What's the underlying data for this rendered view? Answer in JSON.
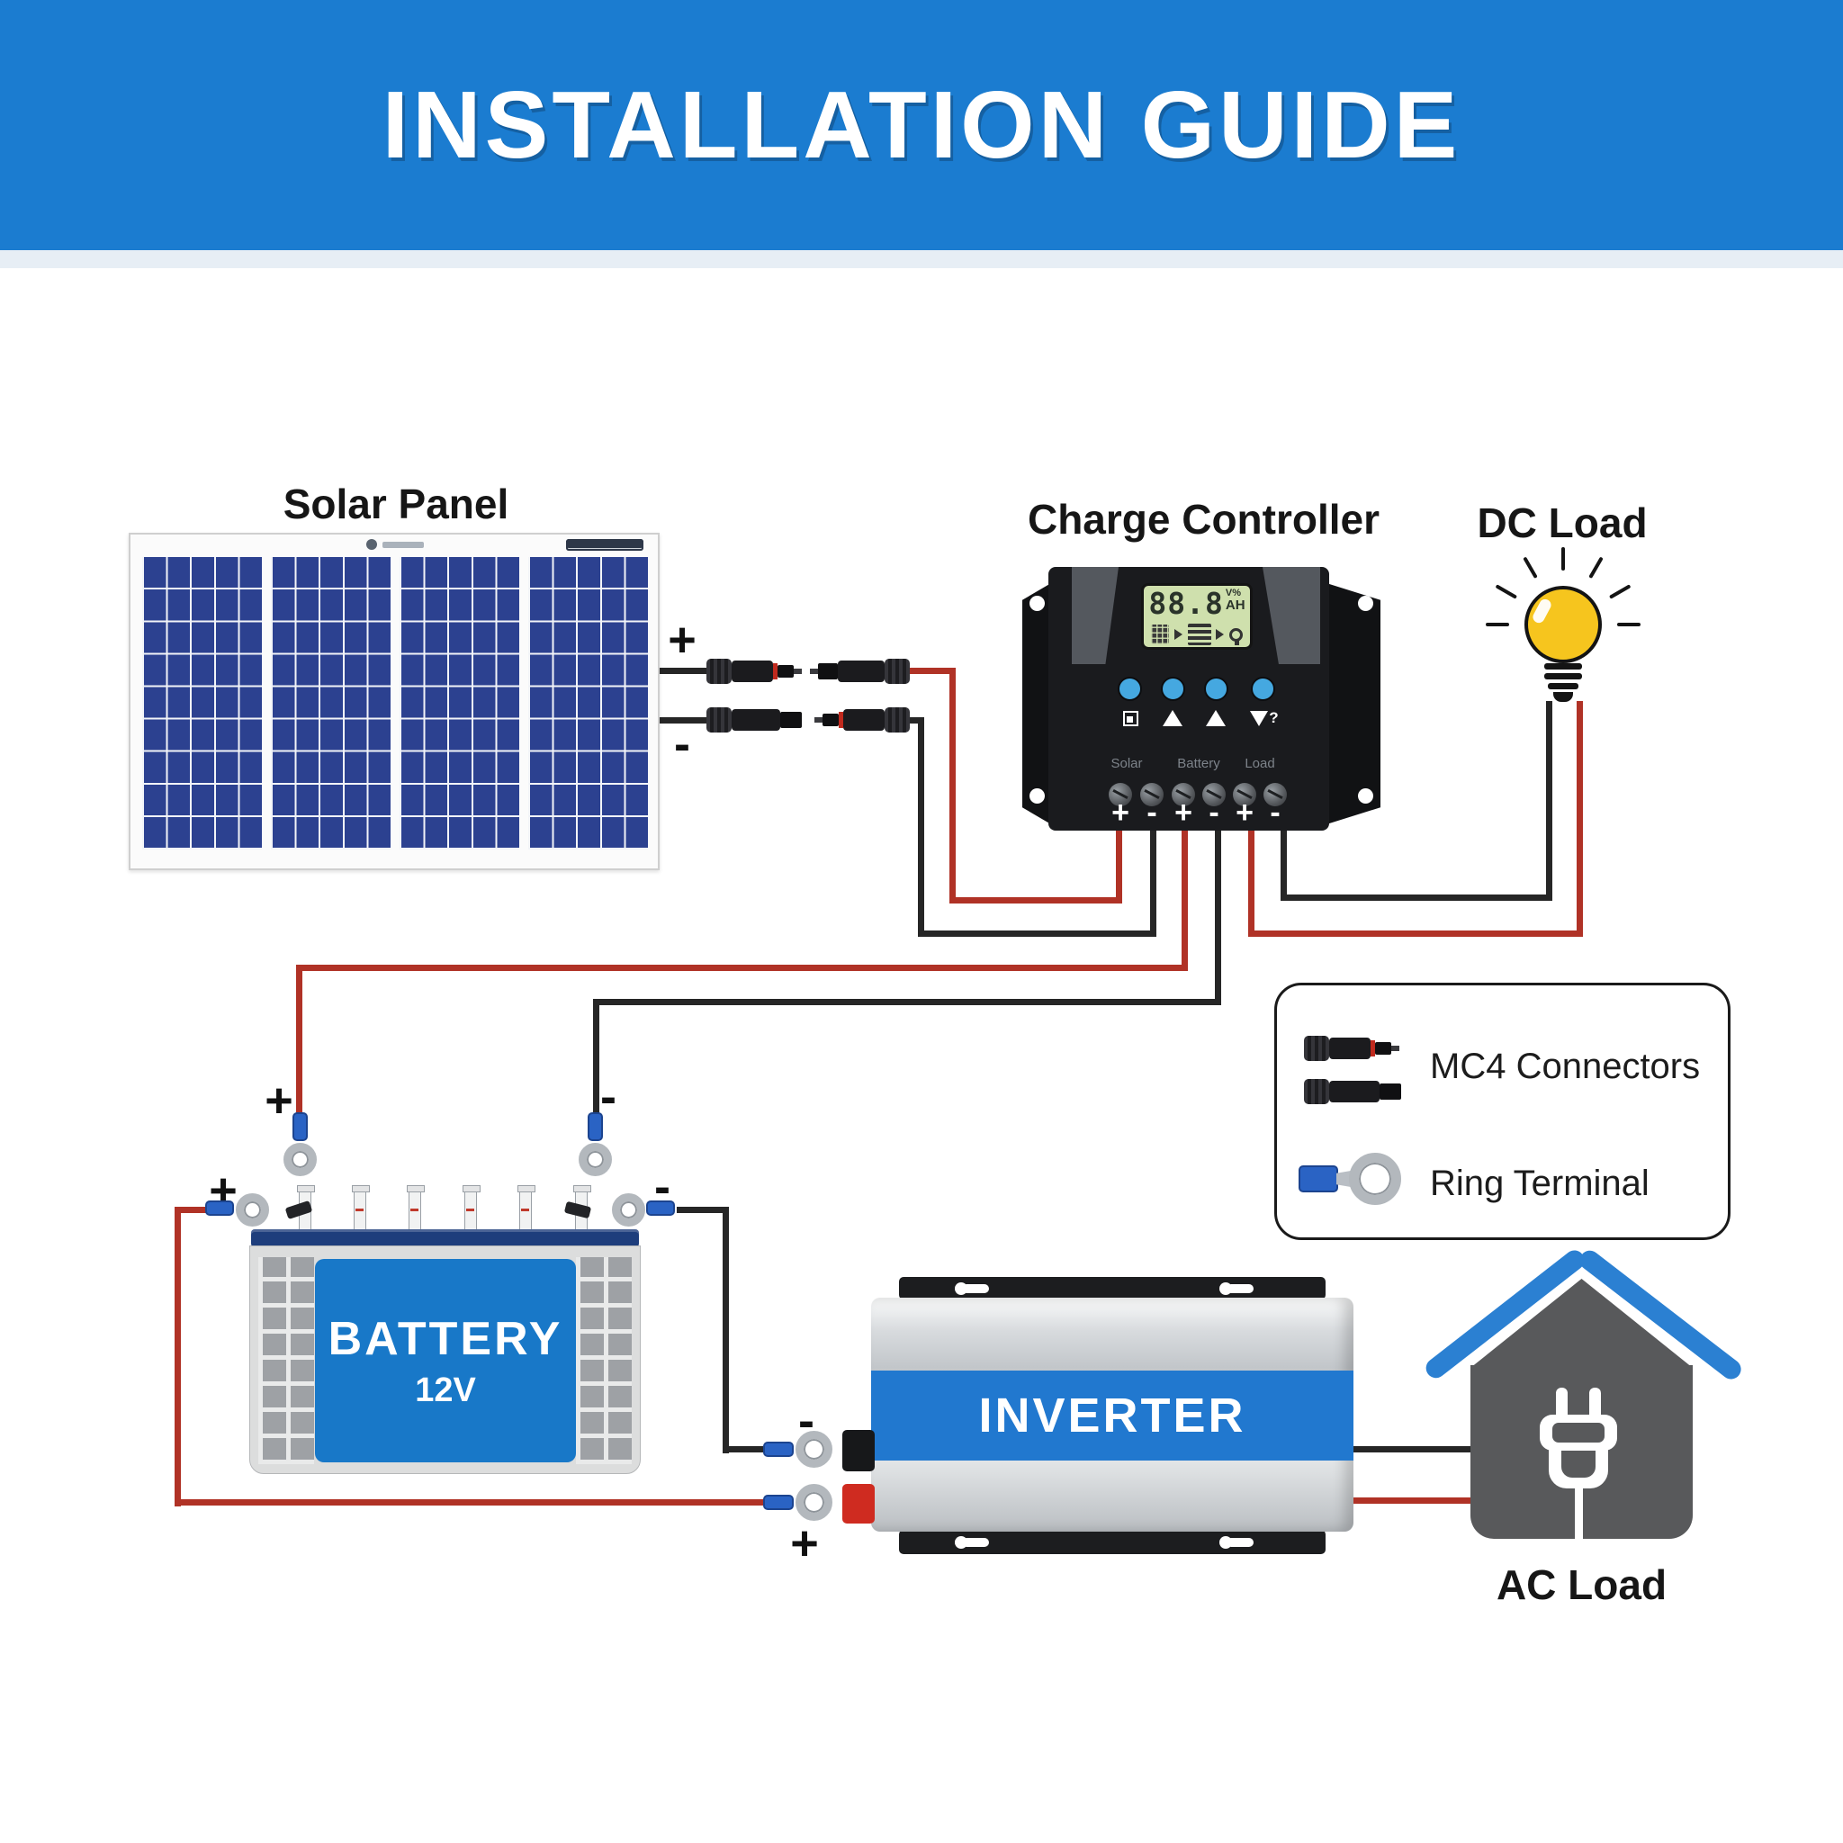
{
  "header": {
    "title": "INSTALLATION GUIDE"
  },
  "colors": {
    "header_blue": "#1b7cd0",
    "panel_cell_blue": "#2c4190",
    "battery_blue": "#1878c8",
    "battery_top_navy": "#1e3e7c",
    "inverter_band_blue": "#2178cf",
    "roof_blue": "#2b80d2",
    "house_gray": "#58595b",
    "bulb_yellow": "#f6c51e",
    "wire_red": "#b03226",
    "wire_black": "#262626",
    "lcd_green": "#cfe0ad",
    "button_blue": "#45a8e0",
    "ring_blue": "#2a63c4",
    "ring_gray": "#b3b8bd"
  },
  "solar_panel": {
    "label": "Solar Panel"
  },
  "charge_controller": {
    "label": "Charge Controller",
    "lcd": {
      "value": "88.8",
      "unit_top": "V%",
      "unit_bottom": "AH"
    },
    "terminal_labels": [
      "Solar",
      "Battery",
      "Load"
    ],
    "terminal_polarity": [
      "+",
      "-",
      "+",
      "-",
      "+",
      "-"
    ]
  },
  "dc_load": {
    "label": "DC Load"
  },
  "legend": {
    "items": [
      {
        "icon": "mc4-connector-icon",
        "label": "MC4 Connectors"
      },
      {
        "icon": "ring-terminal-icon",
        "label": "Ring Terminal"
      }
    ]
  },
  "battery": {
    "label": "BATTERY",
    "voltage": "12V"
  },
  "inverter": {
    "label": "INVERTER"
  },
  "ac_load": {
    "label": "AC Load"
  },
  "polarity": {
    "plus": "+",
    "minus": "-"
  }
}
